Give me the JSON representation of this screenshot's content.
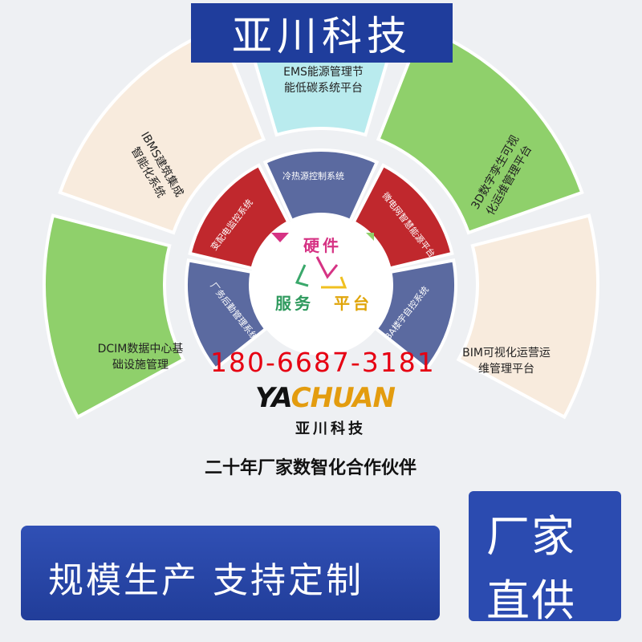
{
  "title": "亚川科技",
  "outer_ring": {
    "top": {
      "line1": "EMS能源管理节",
      "line2": "能低碳系统平台",
      "color": "#b9ebee"
    },
    "upper_left": {
      "line1": "IBMS建筑集成",
      "line2": "智能化系统",
      "color": "#f8ebdd"
    },
    "upper_right": {
      "line1": "3D数字孪生可视",
      "line2": "化运维管理平台",
      "color": "#8fd06b"
    },
    "lower_left": {
      "line1": "DCIM数据中心基",
      "line2": "础设施管理",
      "color": "#8fd06b"
    },
    "lower_right": {
      "line1": "BIM可视化运营运",
      "line2": "维管理平台",
      "color": "#f8ebdd"
    }
  },
  "inner_ring": {
    "top": "冷热源控制系统",
    "upper_left": "变配电监控系统",
    "upper_right": "微电网智慧能源平台",
    "lower_left": "厂务后勤管理系统",
    "lower_right": "BA楼宇自控系统",
    "red": "#c0282d",
    "slate": "#5b6aa0"
  },
  "center": {
    "hardware": "硬件",
    "service": "服务",
    "platform": "平台"
  },
  "phone": "180-6687-3181",
  "logo": {
    "text_a": "YA",
    "text_b": "CHUAN",
    "cn": "亚川科技"
  },
  "tagline": "二十年厂家数智化合作伙伴",
  "bottom_bar": {
    "text": "规模生产  支持定制"
  },
  "side_box": {
    "line1": "厂家",
    "line2": "直供"
  }
}
